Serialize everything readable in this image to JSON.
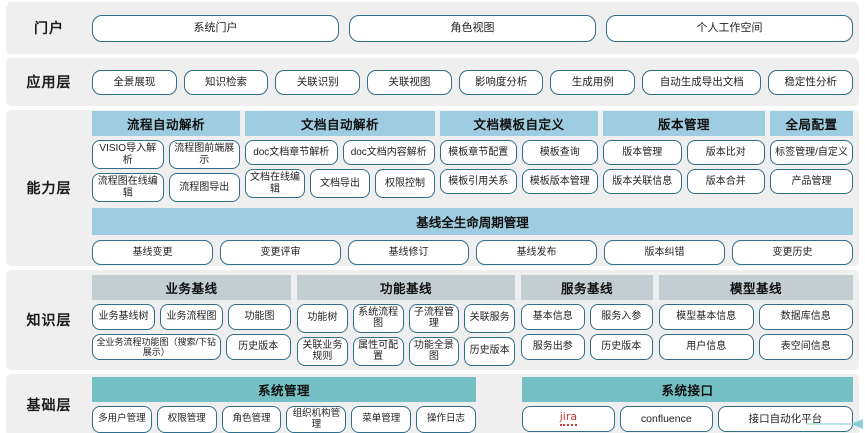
{
  "layers": [
    {
      "id": "portal",
      "label": "门户",
      "buttons": [
        "系统门户",
        "角色视图",
        "个人工作空间"
      ]
    },
    {
      "id": "application",
      "label": "应用层",
      "buttons": [
        "全景展现",
        "知识检索",
        "关联识别",
        "关联视图",
        "影响度分析",
        "生成用例",
        "自动生成导出文档",
        "稳定性分析"
      ]
    },
    {
      "id": "capability",
      "label": "能力层",
      "groups": [
        {
          "title": "流程自动解析",
          "rows": [
            [
              "VISIO导入解析",
              "流程图前端展示"
            ],
            [
              "流程图在线编辑",
              "流程图导出"
            ]
          ]
        },
        {
          "title": "文档自动解析",
          "rows": [
            [
              "doc文档章节解析",
              "doc文档内容解析"
            ],
            [
              "文档在线编辑",
              "文档导出",
              "权限控制"
            ]
          ]
        },
        {
          "title": "文档模板自定义",
          "rows": [
            [
              "模板章节配置",
              "模板查询"
            ],
            [
              "模板引用关系",
              "模板版本管理"
            ]
          ]
        },
        {
          "title": "版本管理",
          "rows": [
            [
              "版本管理",
              "版本比对"
            ],
            [
              "版本关联信息",
              "版本合并"
            ]
          ]
        },
        {
          "title": "全局配置",
          "rows": [
            [
              "标签管理/自定义"
            ],
            [
              "产品管理"
            ]
          ]
        }
      ],
      "baseline": {
        "title": "基线全生命周期管理",
        "buttons": [
          "基线变更",
          "变更评审",
          "基线修订",
          "基线发布",
          "版本纠错",
          "变更历史"
        ]
      }
    },
    {
      "id": "knowledge",
      "label": "知识层",
      "groups": [
        {
          "title": "业务基线",
          "rows": [
            [
              "业务基线树",
              "业务流程图",
              "功能图"
            ],
            [
              "全业务流程功能图（搜索/下钻展示）",
              "历史版本"
            ]
          ]
        },
        {
          "title": "功能基线",
          "rows": [
            [
              "功能树",
              "系统流程图",
              "子流程管理",
              "关联服务"
            ],
            [
              "关联业务规则",
              "属性可配置",
              "功能全景图",
              "历史版本"
            ]
          ]
        },
        {
          "title": "服务基线",
          "rows": [
            [
              "基本信息",
              "服务入参"
            ],
            [
              "服务出参",
              "历史版本"
            ]
          ]
        },
        {
          "title": "模型基线",
          "rows": [
            [
              "模型基本信息",
              "数据库信息"
            ],
            [
              "用户信息",
              "表空间信息"
            ]
          ]
        }
      ]
    },
    {
      "id": "base",
      "label": "基础层",
      "groups": [
        {
          "title": "系统管理",
          "rows": [
            [
              "多用户管理",
              "权限管理",
              "角色管理",
              "组织机构管理",
              "菜单管理",
              "操作日志"
            ]
          ]
        },
        {
          "title": "系统接口",
          "rows": [
            [
              "jira",
              "confluence",
              "接口自动化平台"
            ]
          ]
        }
      ]
    }
  ],
  "colors": {
    "band_bg": "#efefef",
    "pill_border": "#2f6d88",
    "capability_header": "#9ecde1",
    "knowledge_header": "#c2ced1",
    "base_header": "#74c0c5",
    "jira_red": "#c33a2c",
    "arrow_teal": "#8fd0d8"
  }
}
